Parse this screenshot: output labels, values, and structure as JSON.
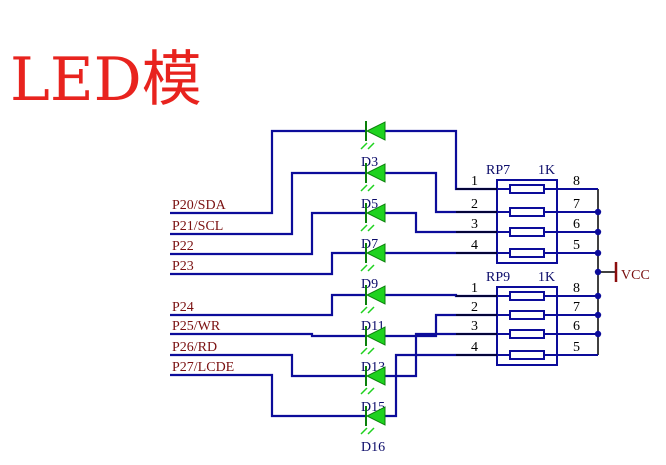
{
  "title": "LED模",
  "colors": {
    "title": "#e8231e",
    "wire": "#0c0c9a",
    "label": "#7a1010",
    "text": "#0c0c6a",
    "led": "#1fd21f",
    "vcc_mark": "#8b0d0d",
    "pin_num": "#000000",
    "background": "#ffffff"
  },
  "resistor_packs": [
    {
      "ref": "RP7",
      "value": "1K",
      "left_pins": [
        "1",
        "2",
        "3",
        "4"
      ],
      "right_pins": [
        "8",
        "7",
        "6",
        "5"
      ]
    },
    {
      "ref": "RP9",
      "value": "1K",
      "left_pins": [
        "1",
        "2",
        "3",
        "4"
      ],
      "right_pins": [
        "8",
        "7",
        "6",
        "5"
      ]
    }
  ],
  "port_labels": [
    "P20/SDA",
    "P21/SCL",
    "P22",
    "P23",
    "P24",
    "P25/WR",
    "P26/RD",
    "P27/LCDE"
  ],
  "leds": [
    {
      "designator": "D3"
    },
    {
      "designator": "D5"
    },
    {
      "designator": "D7"
    },
    {
      "designator": "D9"
    },
    {
      "designator": "D11"
    },
    {
      "designator": "D13"
    },
    {
      "designator": "D15"
    },
    {
      "designator": "D16"
    }
  ],
  "power": {
    "label": "VCC"
  }
}
